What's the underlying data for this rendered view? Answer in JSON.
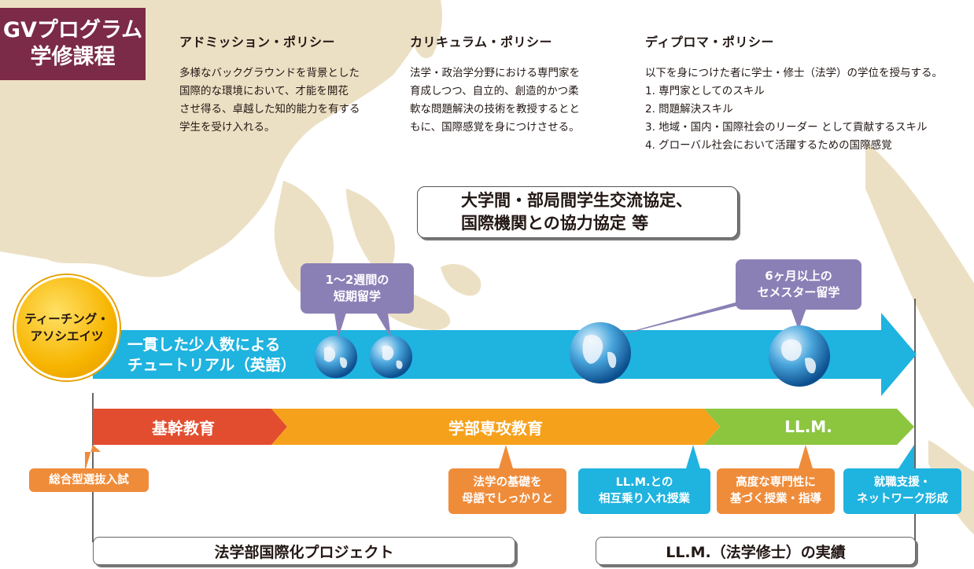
{
  "program": {
    "title_line1": "GVプログラム",
    "title_line2": "学修課程"
  },
  "policies": {
    "admission": {
      "heading": "アドミッション・ポリシー",
      "lines": [
        "多様なバックグラウンドを背景とした",
        "国際的な環境において、才能を開花",
        "させ得る、卓越した知的能力を有する",
        "学生を受け入れる。"
      ]
    },
    "curriculum": {
      "heading": "カリキュラム・ポリシー",
      "lines": [
        "法学・政治学分野における専門家を",
        "育成しつつ、自立的、創造的かつ柔",
        "軟な問題解決の技術を教授するとと",
        "もに、国際感覚を身につけさせる。"
      ]
    },
    "diploma": {
      "heading": "ディプロマ・ポリシー",
      "intro": "以下を身につけた者に学士・修士（法学）の学位を授与する。",
      "items": [
        "1. 専門家としてのスキル",
        "2. 問題解決スキル",
        "3. 地域・国内・国際社会のリーダー として貢献するスキル",
        "4. グローバル社会において活躍するための国際感覚"
      ]
    }
  },
  "agreements": {
    "line1": "大学間・部局間学生交流協定、",
    "line2": "国際機関との協力協定 等"
  },
  "short_study": {
    "line1": "1〜2週間の",
    "line2": "短期留学"
  },
  "semester_study": {
    "line1": "6ヶ月以上の",
    "line2": "セメスター留学"
  },
  "teaching_assistants": {
    "line1": "ティーチング・",
    "line2": "アソシエイツ"
  },
  "tutorial": {
    "line1": "一貫した少人数による",
    "line2": "チュートリアル（英語）"
  },
  "stages": {
    "basic": "基幹教育",
    "major": "学部専攻教育",
    "llm": "LL.M."
  },
  "tags": {
    "admission_exam": "総合型選抜入試",
    "law_basics": {
      "line1": "法学の基礎を",
      "line2": "母語でしっかりと"
    },
    "llm_mutual": {
      "line1": "LL.M.との",
      "line2": "相互乗り入れ授業"
    },
    "advanced": {
      "line1": "高度な専門性に",
      "line2": "基づく授業・指導"
    },
    "career": {
      "line1": "就職支援・",
      "line2": "ネットワーク形成"
    }
  },
  "bottom": {
    "left": "法学部国際化プロジェクト",
    "right": "LL.M.（法学修士）の実績"
  },
  "colors": {
    "title_bg": "#7b2a47",
    "map": "#ece0c4",
    "tutorial_arrow": "#1fb3df",
    "basic_red": "#e24d2f",
    "major_orange": "#f6a11c",
    "llm_green": "#8cc63f",
    "bubble_purple": "#8b80b6",
    "tag_orange": "#ef8c3a",
    "tag_cyan": "#1fb3df",
    "badge_yellow": "#f7b500"
  },
  "icons": [
    "globe-icon"
  ]
}
